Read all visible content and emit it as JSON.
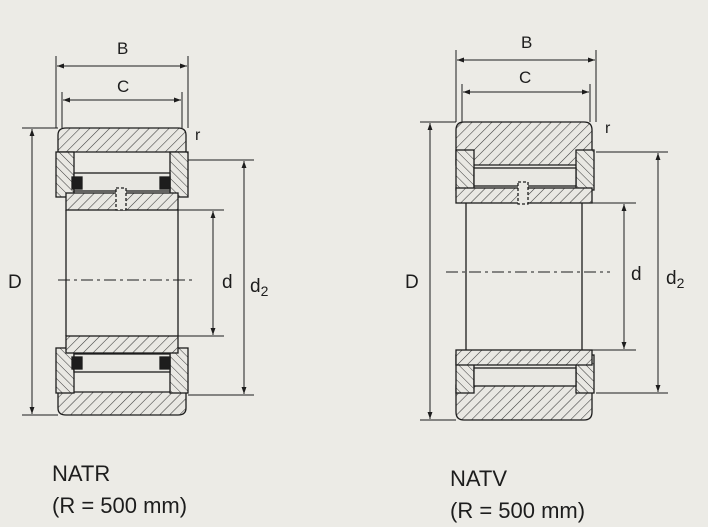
{
  "left_drawing": {
    "dim_B": "B",
    "dim_C": "C",
    "dim_r": "r",
    "dim_D": "D",
    "dim_d": "d",
    "dim_d2_base": "d",
    "dim_d2_sub": "2",
    "model": "NATR",
    "radius_note": "(R = 500 mm)"
  },
  "right_drawing": {
    "dim_B": "B",
    "dim_C": "C",
    "dim_r": "r",
    "dim_D": "D",
    "dim_d": "d",
    "dim_d2_base": "d",
    "dim_d2_sub": "2",
    "model": "NATV",
    "radius_note": "(R = 500 mm)"
  }
}
